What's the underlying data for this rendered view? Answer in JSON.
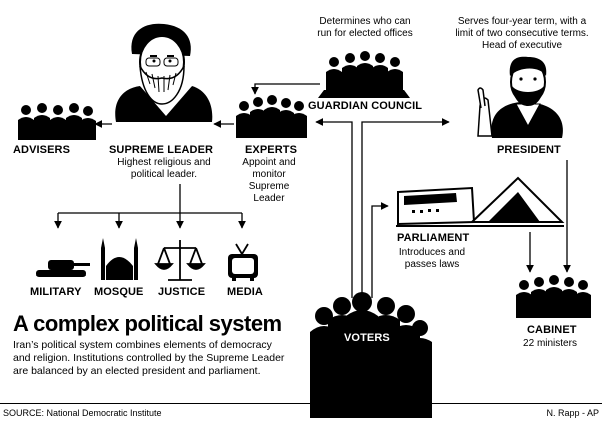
{
  "nodes": {
    "supreme_leader": {
      "label": "SUPREME LEADER",
      "desc": [
        "Highest religious and",
        "political leader."
      ]
    },
    "advisers": {
      "label": "ADVISERS"
    },
    "experts": {
      "label": "EXPERTS",
      "desc": [
        "Appoint and",
        "monitor",
        "Supreme",
        "Leader"
      ]
    },
    "guardian_council": {
      "label": "GUARDIAN COUNCIL",
      "desc": [
        "Determines who can",
        "run for elected offices"
      ]
    },
    "president": {
      "label": "PRESIDENT",
      "desc": [
        "Serves four-year term, with a",
        "limit of two consecutive terms.",
        "Head of executive"
      ]
    },
    "parliament": {
      "label": "PARLIAMENT",
      "desc": [
        "Introduces and",
        "passes laws"
      ]
    },
    "cabinet": {
      "label": "CABINET",
      "desc": [
        "22 ministers"
      ]
    },
    "voters": {
      "label": "VOTERS"
    },
    "military": {
      "label": "MILITARY"
    },
    "mosque": {
      "label": "MOSQUE"
    },
    "justice": {
      "label": "JUSTICE"
    },
    "media": {
      "label": "MEDIA"
    }
  },
  "edges": [
    {
      "from": "supreme_leader",
      "to": "advisers"
    },
    {
      "from": "experts",
      "to": "supreme_leader"
    },
    {
      "from": "guardian_council",
      "to": "experts"
    },
    {
      "from": "voters",
      "to": "experts"
    },
    {
      "from": "voters",
      "to": "president"
    },
    {
      "from": "voters",
      "to": "parliament"
    },
    {
      "from": "supreme_leader",
      "to": "military"
    },
    {
      "from": "supreme_leader",
      "to": "mosque"
    },
    {
      "from": "supreme_leader",
      "to": "justice"
    },
    {
      "from": "supreme_leader",
      "to": "media"
    },
    {
      "from": "parliament",
      "to": "cabinet"
    },
    {
      "from": "president",
      "to": "cabinet"
    }
  ],
  "headline": "A complex political system",
  "body": "Iran’s political system combines elements of democracy and religion. Institutions controlled by the Supreme Leader are balanced by an elected president and parliament.",
  "footer": {
    "source": "SOURCE: National Democratic Institute",
    "credit": "N. Rapp - AP"
  },
  "colors": {
    "ink": "#000000",
    "paper": "#ffffff",
    "shade": "#d0d0d0"
  },
  "icons": [
    "supreme-leader-portrait",
    "advisers-group",
    "experts-group",
    "guardian-council-group",
    "president-portrait",
    "parliament-building",
    "cabinet-group",
    "voters-crowd",
    "tank-icon",
    "mosque-icon",
    "scales-icon",
    "tv-icon"
  ]
}
